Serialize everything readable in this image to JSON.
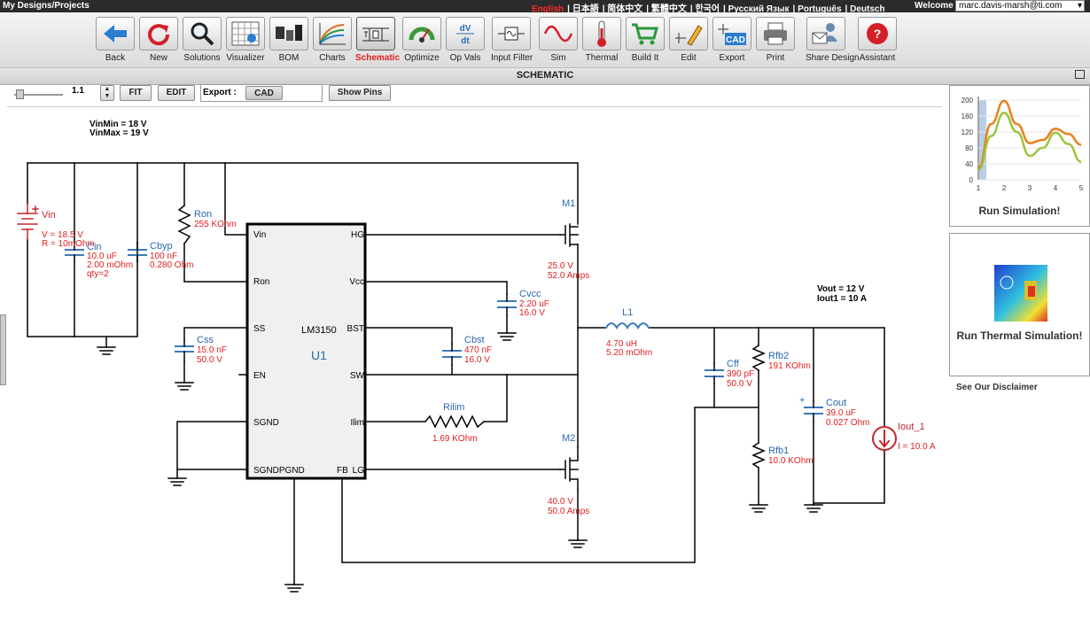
{
  "topbar": {
    "breadcrumb": "My Designs/Projects",
    "languages": [
      "English",
      "日本語",
      "简体中文",
      "繁體中文",
      "한국어",
      "Русский Язык",
      "Português",
      "Deutsch"
    ],
    "welcome_label": "Welcome",
    "user": "marc.davis-marsh@ti.com"
  },
  "toolbar": {
    "tools": [
      {
        "label": "Back",
        "icon": "back-arrow-icon"
      },
      {
        "label": "New",
        "icon": "refresh-icon"
      },
      {
        "label": "Solutions",
        "icon": "magnifier-icon"
      },
      {
        "label": "Visualizer",
        "icon": "visualizer-icon"
      },
      {
        "label": "BOM",
        "icon": "bom-icon"
      },
      {
        "label": "Charts",
        "icon": "charts-icon"
      },
      {
        "label": "Schematic",
        "icon": "schematic-icon",
        "active": true
      },
      {
        "label": "Optimize",
        "icon": "gauge-icon"
      },
      {
        "label": "Op Vals",
        "icon": "dv-dt-icon"
      },
      {
        "label": "Input Filter",
        "icon": "input-filter-icon"
      },
      {
        "label": "Sim",
        "icon": "sine-wave-icon"
      },
      {
        "label": "Thermal",
        "icon": "thermometer-icon"
      },
      {
        "label": "Build It",
        "icon": "cart-icon"
      },
      {
        "label": "Edit",
        "icon": "edit-pencil-icon"
      },
      {
        "label": "Export",
        "icon": "cad-export-icon"
      },
      {
        "label": "Print",
        "icon": "printer-icon"
      },
      {
        "label": "Share Design",
        "icon": "share-icon"
      },
      {
        "label": "Assistant",
        "icon": "help-icon"
      }
    ]
  },
  "page_title": "SCHEMATIC",
  "controls": {
    "zoom_value": "1.1",
    "fit_label": "FIT",
    "edit_label": "EDIT",
    "export_label": "Export :",
    "export_option": "CAD",
    "show_pins_label": "Show Pins"
  },
  "schematic": {
    "vin_min": "VinMin = 18 V",
    "vin_max": "VinMax = 19 V",
    "vout": "Vout = 12 V",
    "iout": "Iout1 = 10 A",
    "ic_name": "LM3150",
    "ic_ref": "U1",
    "pins": {
      "vin": "Vin",
      "ron": "Ron",
      "ss": "SS",
      "en": "EN",
      "sgnd": "SGND",
      "sgnd_pgnd": "SGNDPGND",
      "hg": "HG",
      "vcc": "Vcc",
      "bst": "BST",
      "sw": "SW",
      "ilim": "Ilim",
      "fb": "FB",
      "lg": "LG"
    },
    "components": {
      "vin": {
        "name": "Vin",
        "v": "V = 18.5 V",
        "r": "R = 10mOhm"
      },
      "cin": {
        "name": "Cin",
        "c": "10.0 uF",
        "esr": "2.00 mOhm",
        "qty": "qty=2"
      },
      "cbyp": {
        "name": "Cbyp",
        "c": "100 nF",
        "esr": "0.280 Ohm"
      },
      "ron": {
        "name": "Ron",
        "val": "255 KOhm"
      },
      "css": {
        "name": "Css",
        "c": "15.0 nF",
        "v": "50.0 V"
      },
      "cvcc": {
        "name": "Cvcc",
        "c": "2.20 uF",
        "v": "16.0 V"
      },
      "cbst": {
        "name": "Cbst",
        "c": "470 nF",
        "v": "16.0 V"
      },
      "rilim": {
        "name": "Rilim",
        "val": "1.69 KOhm"
      },
      "m1": {
        "name": "M1",
        "v": "25.0 V",
        "i": "52.0 Amps"
      },
      "m2": {
        "name": "M2",
        "v": "40.0 V",
        "i": "50.0 Amps"
      },
      "l1": {
        "name": "L1",
        "l": "4.70 uH",
        "r": "5.20 mOhm"
      },
      "cff": {
        "name": "Cff",
        "c": "390 pF",
        "v": "50.0 V"
      },
      "rfb2": {
        "name": "Rfb2",
        "val": "191 KOhm"
      },
      "rfb1": {
        "name": "Rfb1",
        "val": "10.0 KOhm"
      },
      "cout": {
        "name": "Cout",
        "c": "39.0 uF",
        "esr": "0.027 Ohm"
      },
      "iout": {
        "name": "Iout_1",
        "val": "I = 10.0 A"
      }
    }
  },
  "side": {
    "run_sim_label": "Run Simulation!",
    "run_thermal_label": "Run Thermal Simulation!",
    "disclaimer": "See Our Disclaimer",
    "chart_y_ticks": [
      "200",
      "160",
      "120",
      "80",
      "40",
      "0"
    ],
    "chart_x_ticks": [
      "1",
      "2",
      "3",
      "4",
      "5"
    ],
    "colors": {
      "orange": "#e8801e",
      "green": "#9cc43a",
      "bars": "#b8cde6"
    }
  },
  "chart_data": {
    "type": "line",
    "x": [
      1,
      1.5,
      2,
      2.5,
      3,
      3.5,
      4,
      4.5,
      5
    ],
    "ylim": [
      0,
      200
    ],
    "xlim": [
      1,
      5
    ],
    "series": [
      {
        "values": [
          30,
          140,
          198,
          140,
          92,
          100,
          128,
          115,
          88
        ]
      },
      {
        "values": [
          25,
          110,
          168,
          120,
          60,
          80,
          118,
          90,
          45
        ]
      }
    ]
  }
}
